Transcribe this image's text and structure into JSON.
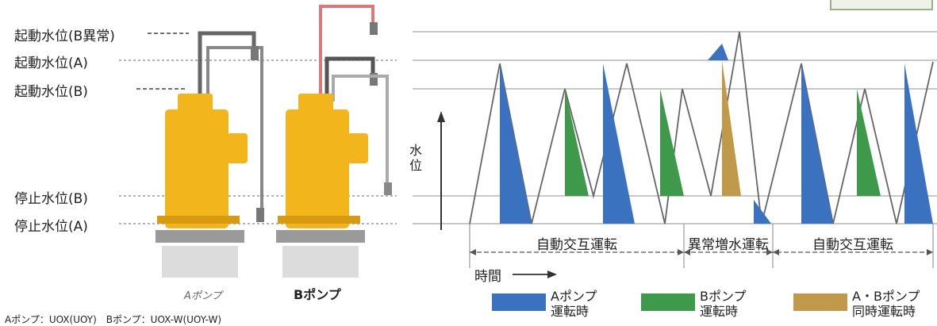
{
  "levels": {
    "start_b_abnormal": "起動水位(B異常)",
    "start_a": "起動水位(A)",
    "start_b": "起動水位(B)",
    "stop_b": "停止水位(B)",
    "stop_a": "停止水位(A)"
  },
  "pumps": {
    "a_label": "Aポンプ",
    "b_label": "Bポンプ",
    "a_color": "#f3b51c",
    "b_color": "#f3b51c"
  },
  "axis": {
    "y_label": "水位",
    "x_label": "時間"
  },
  "segments": [
    {
      "label": "自動交互運転"
    },
    {
      "label": "異常増水運転"
    },
    {
      "label": "自動交互運転"
    }
  ],
  "legend": [
    {
      "line1": "Aポンプ",
      "line2": "運転時",
      "color": "#3a72c0"
    },
    {
      "line1": "Bポンプ",
      "line2": "運転時",
      "color": "#3e9a4a"
    },
    {
      "line1": "A・Bポンプ",
      "line2": "同時運転時",
      "color": "#c09a4a"
    }
  ],
  "footnote": "Aポンプ：UOX(UOY)　Bポンプ：UOX-W(UOY-W)"
}
